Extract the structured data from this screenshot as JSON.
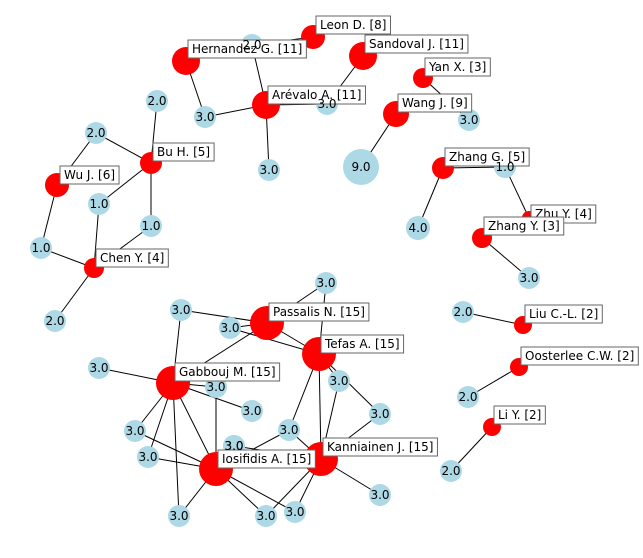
{
  "colors": {
    "author": "#ff0000",
    "paper": "#add8e6",
    "edge": "#000000",
    "label_box_border": "#666666"
  },
  "nodes": [
    {
      "id": "leon",
      "kind": "author",
      "label": "Leon D. [8]"
    },
    {
      "id": "hernandez",
      "kind": "author",
      "label": "Hernandez G. [11]"
    },
    {
      "id": "sandoval",
      "kind": "author",
      "label": "Sandoval J. [11]"
    },
    {
      "id": "arevalo",
      "kind": "author",
      "label": "Arévalo A. [11]"
    },
    {
      "id": "yan",
      "kind": "author",
      "label": "Yan X. [3]"
    },
    {
      "id": "wang",
      "kind": "author",
      "label": "Wang J. [9]"
    },
    {
      "id": "bu",
      "kind": "author",
      "label": "Bu H. [5]"
    },
    {
      "id": "wu",
      "kind": "author",
      "label": "Wu J. [6]"
    },
    {
      "id": "zhangg",
      "kind": "author",
      "label": "Zhang G. [5]"
    },
    {
      "id": "zhuy",
      "kind": "author",
      "label": "Zhu Y. [4]"
    },
    {
      "id": "zhangy",
      "kind": "author",
      "label": "Zhang Y. [3]"
    },
    {
      "id": "cheny",
      "kind": "author",
      "label": "Chen Y. [4]"
    },
    {
      "id": "passalis",
      "kind": "author",
      "label": "Passalis N. [15]"
    },
    {
      "id": "tefas",
      "kind": "author",
      "label": "Tefas A. [15]"
    },
    {
      "id": "gabbouj",
      "kind": "author",
      "label": "Gabbouj M. [15]"
    },
    {
      "id": "kanniainen",
      "kind": "author",
      "label": "Kanniainen J. [15]"
    },
    {
      "id": "iosifidis",
      "kind": "author",
      "label": "Iosifidis A. [15]"
    },
    {
      "id": "liucl",
      "kind": "author",
      "label": "Liu C.-L. [2]"
    },
    {
      "id": "oosterlee",
      "kind": "author",
      "label": "Oosterlee C.W. [2]"
    },
    {
      "id": "liy",
      "kind": "author",
      "label": "Li Y. [2]"
    },
    {
      "id": "p1",
      "kind": "paper",
      "label": "2.0"
    },
    {
      "id": "p2",
      "kind": "paper",
      "label": "3.0"
    },
    {
      "id": "p3",
      "kind": "paper",
      "label": "3.0"
    },
    {
      "id": "p4",
      "kind": "paper",
      "label": "3.0"
    },
    {
      "id": "p5",
      "kind": "paper",
      "label": "3.0"
    },
    {
      "id": "p6",
      "kind": "paper",
      "label": "9.0"
    },
    {
      "id": "p7",
      "kind": "paper",
      "label": "2.0"
    },
    {
      "id": "p8",
      "kind": "paper",
      "label": "2.0"
    },
    {
      "id": "p9",
      "kind": "paper",
      "label": "1.0"
    },
    {
      "id": "p10",
      "kind": "paper",
      "label": "1.0"
    },
    {
      "id": "p11",
      "kind": "paper",
      "label": "1.0"
    },
    {
      "id": "p12",
      "kind": "paper",
      "label": "2.0"
    },
    {
      "id": "p13",
      "kind": "paper",
      "label": "1.0"
    },
    {
      "id": "p14",
      "kind": "paper",
      "label": "4.0"
    },
    {
      "id": "p15",
      "kind": "paper",
      "label": "3.0"
    },
    {
      "id": "p16",
      "kind": "paper",
      "label": "2.0"
    },
    {
      "id": "p17",
      "kind": "paper",
      "label": "2.0"
    },
    {
      "id": "p18",
      "kind": "paper",
      "label": "2.0"
    },
    {
      "id": "p19",
      "kind": "paper",
      "label": "3.0"
    },
    {
      "id": "p20",
      "kind": "paper",
      "label": "3.0"
    },
    {
      "id": "p21",
      "kind": "paper",
      "label": "3.0"
    },
    {
      "id": "p22",
      "kind": "paper",
      "label": "3.0"
    },
    {
      "id": "p23",
      "kind": "paper",
      "label": "3.0"
    },
    {
      "id": "p24",
      "kind": "paper",
      "label": "3.0"
    },
    {
      "id": "p25",
      "kind": "paper",
      "label": "3.0"
    },
    {
      "id": "p26",
      "kind": "paper",
      "label": "3.0"
    },
    {
      "id": "p27",
      "kind": "paper",
      "label": "3.0"
    },
    {
      "id": "p28",
      "kind": "paper",
      "label": "3.0"
    },
    {
      "id": "p29",
      "kind": "paper",
      "label": "3.0"
    },
    {
      "id": "p30",
      "kind": "paper",
      "label": "3.0"
    },
    {
      "id": "p31",
      "kind": "paper",
      "label": "3.0"
    },
    {
      "id": "p32",
      "kind": "paper",
      "label": "3.0"
    },
    {
      "id": "p33",
      "kind": "paper",
      "label": "3.0"
    },
    {
      "id": "p34",
      "kind": "paper",
      "label": "3.0"
    },
    {
      "id": "p35",
      "kind": "paper",
      "label": "3.0"
    }
  ],
  "edges": [
    [
      "leon",
      "p1"
    ],
    [
      "hernandez",
      "p1"
    ],
    [
      "hernandez",
      "p2"
    ],
    [
      "arevalo",
      "p1"
    ],
    [
      "arevalo",
      "p2"
    ],
    [
      "arevalo",
      "p3"
    ],
    [
      "arevalo",
      "p4"
    ],
    [
      "sandoval",
      "p3"
    ],
    [
      "yan",
      "p5"
    ],
    [
      "wang",
      "p6"
    ],
    [
      "bu",
      "p7"
    ],
    [
      "bu",
      "p8"
    ],
    [
      "bu",
      "p9"
    ],
    [
      "bu",
      "p10"
    ],
    [
      "wu",
      "p8"
    ],
    [
      "wu",
      "p11"
    ],
    [
      "cheny",
      "p9"
    ],
    [
      "cheny",
      "p10"
    ],
    [
      "cheny",
      "p11"
    ],
    [
      "cheny",
      "p12"
    ],
    [
      "zhangg",
      "p13"
    ],
    [
      "zhangg",
      "p14"
    ],
    [
      "zhuy",
      "p13"
    ],
    [
      "zhangy",
      "p15"
    ],
    [
      "liucl",
      "p16"
    ],
    [
      "oosterlee",
      "p17"
    ],
    [
      "liy",
      "p18"
    ],
    [
      "passalis",
      "p19"
    ],
    [
      "passalis",
      "p20"
    ],
    [
      "passalis",
      "p21"
    ],
    [
      "passalis",
      "tefas"
    ],
    [
      "passalis",
      "gabbouj"
    ],
    [
      "tefas",
      "p20"
    ],
    [
      "tefas",
      "p21"
    ],
    [
      "tefas",
      "p22"
    ],
    [
      "tefas",
      "p23"
    ],
    [
      "tefas",
      "p30"
    ],
    [
      "tefas",
      "kanniainen"
    ],
    [
      "gabbouj",
      "p19"
    ],
    [
      "gabbouj",
      "p24"
    ],
    [
      "gabbouj",
      "p25"
    ],
    [
      "gabbouj",
      "p26"
    ],
    [
      "gabbouj",
      "p27"
    ],
    [
      "gabbouj",
      "p28"
    ],
    [
      "gabbouj",
      "p29"
    ],
    [
      "gabbouj",
      "iosifidis"
    ],
    [
      "kanniainen",
      "p22"
    ],
    [
      "kanniainen",
      "p23"
    ],
    [
      "kanniainen",
      "p30"
    ],
    [
      "kanniainen",
      "p31"
    ],
    [
      "kanniainen",
      "p32"
    ],
    [
      "kanniainen",
      "p33"
    ],
    [
      "kanniainen",
      "p34"
    ],
    [
      "iosifidis",
      "p25"
    ],
    [
      "iosifidis",
      "p27"
    ],
    [
      "iosifidis",
      "p28"
    ],
    [
      "iosifidis",
      "p29"
    ],
    [
      "iosifidis",
      "p30"
    ],
    [
      "iosifidis",
      "p32"
    ],
    [
      "iosifidis",
      "p33"
    ],
    [
      "iosifidis",
      "p35"
    ]
  ]
}
